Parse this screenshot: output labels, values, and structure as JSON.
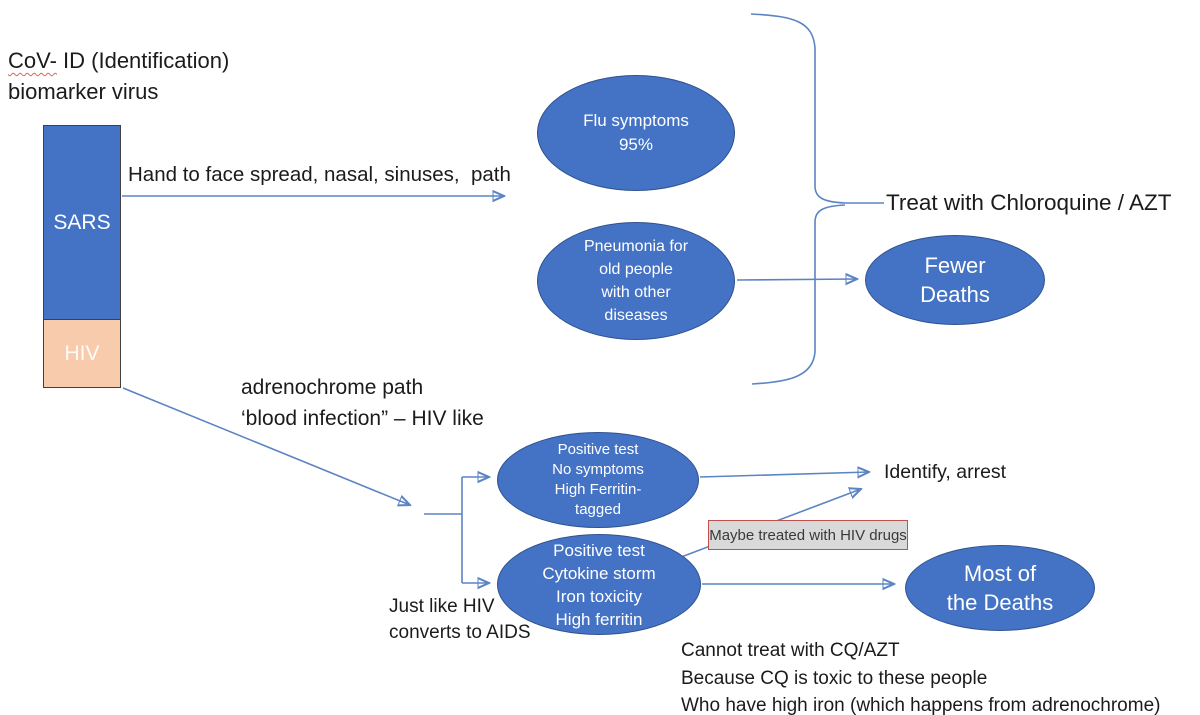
{
  "colors": {
    "node_fill": "#4472C4",
    "node_stroke": "#2F528F",
    "connector": "#5B84C4",
    "hiv_fill": "#F8CBAD",
    "box_fill": "#D9D9D9",
    "box_stroke": "#C0504D",
    "ink": "#1b1b1b"
  },
  "title": {
    "word_cov": "CoV-",
    "rest": " ID (Identification)",
    "line2": "biomarker virus"
  },
  "bar": {
    "sars_label": "SARS",
    "hiv_label": "HIV"
  },
  "edges": {
    "hand_path": "Hand to face spread, nasal, sinuses,  path",
    "adrenochrome": "adrenochrome path\n‘blood infection” – HIV like",
    "just_like_hiv": "Just like HIV\nconverts to AIDS"
  },
  "nodes": {
    "flu": "Flu symptoms\n95%",
    "pneumonia": "Pneumonia for\nold people\nwith other\ndiseases",
    "fewer_deaths": "Fewer\nDeaths",
    "positive_tagged": "Positive test\nNo symptoms\nHigh Ferritin-\ntagged",
    "positive_cytokine": "Positive test\nCytokine storm\nIron toxicity\nHigh ferritin",
    "most_deaths": "Most of\nthe Deaths"
  },
  "labels": {
    "treat": "Treat with Chloroquine / AZT",
    "identify_arrest": "Identify, arrest",
    "maybe_treated": "Maybe treated with HIV drugs",
    "cannot_treat": "Cannot treat with CQ/AZT\nBecause CQ is toxic to these people\nWho have high iron (which happens from adrenochrome)"
  }
}
